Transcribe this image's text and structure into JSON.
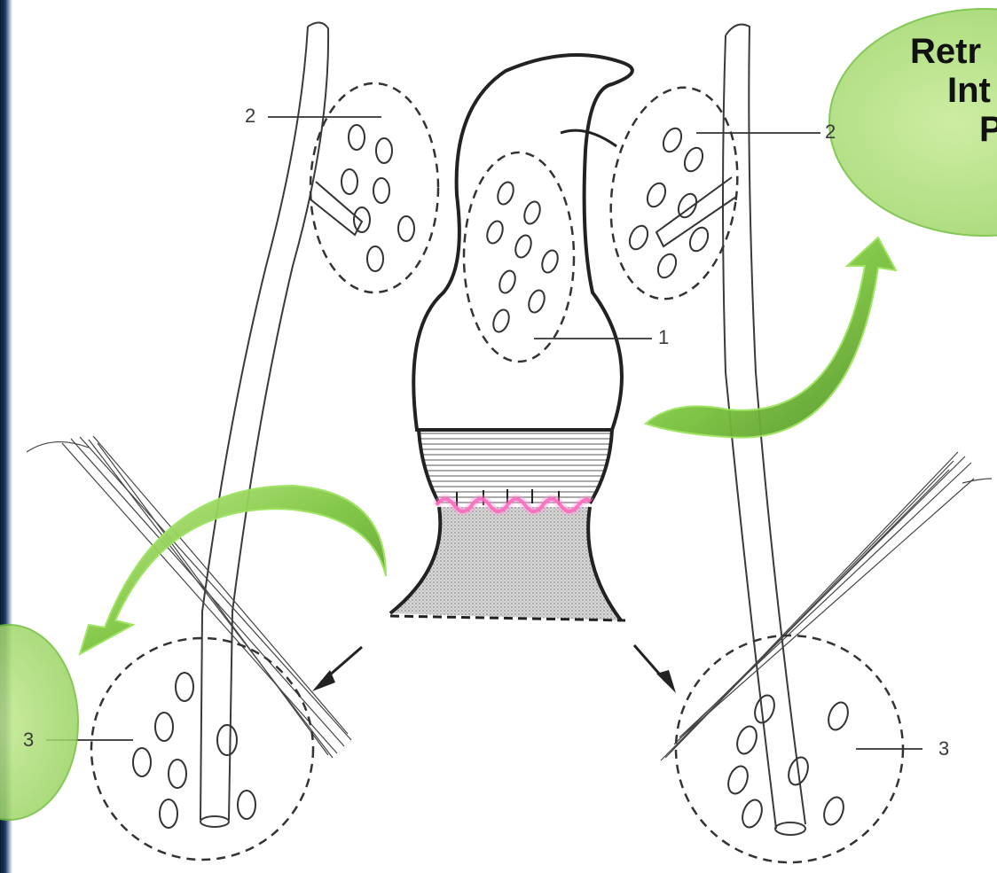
{
  "callout": {
    "lines": [
      "Retr",
      "Int",
      "P"
    ]
  },
  "labels": {
    "one": "1",
    "two_left": "2",
    "two_right": "2",
    "three_left": "3",
    "three_right": "3"
  },
  "colors": {
    "ellipse_fill": "#a4d96c",
    "arrow": "#6fcc2e",
    "anastomosis": "#ff4fb3",
    "line": "#3a3a3a"
  }
}
